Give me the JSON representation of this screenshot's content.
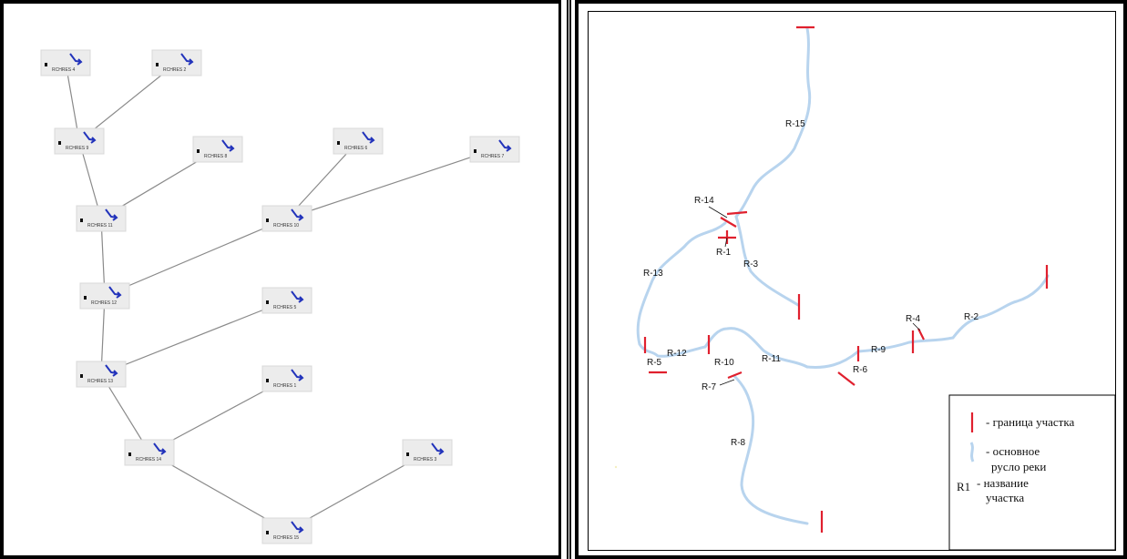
{
  "network": {
    "nodes": [
      {
        "id": "n4",
        "label": "RCHRES 4"
      },
      {
        "id": "n2",
        "label": "RCHRES 2"
      },
      {
        "id": "n9",
        "label": "RCHRES 9"
      },
      {
        "id": "n8",
        "label": "RCHRES 8"
      },
      {
        "id": "n6",
        "label": "RCHRES 6"
      },
      {
        "id": "n7",
        "label": "RCHRES 7"
      },
      {
        "id": "n11",
        "label": "RCHRES 11"
      },
      {
        "id": "n10",
        "label": "RCHRES 10"
      },
      {
        "id": "n12",
        "label": "RCHRES 12"
      },
      {
        "id": "n5",
        "label": "RCHRES 5"
      },
      {
        "id": "n13",
        "label": "RCHRES 13"
      },
      {
        "id": "n1",
        "label": "RCHRES 1"
      },
      {
        "id": "n14",
        "label": "RCHRES 14"
      },
      {
        "id": "n3",
        "label": "RCHRES 3"
      },
      {
        "id": "n15",
        "label": "RCHRES 15"
      }
    ],
    "edges": [
      [
        "n4",
        "n9"
      ],
      [
        "n2",
        "n9"
      ],
      [
        "n9",
        "n11"
      ],
      [
        "n8",
        "n11"
      ],
      [
        "n6",
        "n10"
      ],
      [
        "n7",
        "n10"
      ],
      [
        "n11",
        "n12"
      ],
      [
        "n10",
        "n12"
      ],
      [
        "n12",
        "n13"
      ],
      [
        "n5",
        "n13"
      ],
      [
        "n13",
        "n14"
      ],
      [
        "n1",
        "n14"
      ],
      [
        "n14",
        "n15"
      ],
      [
        "n3",
        "n15"
      ]
    ]
  },
  "map": {
    "reaches": [
      "R-15",
      "R-14",
      "R-1",
      "R-3",
      "R-13",
      "R-2",
      "R-4",
      "R-9",
      "R-12",
      "R-10",
      "R-11",
      "R-6",
      "R-5",
      "R-7",
      "R-8"
    ],
    "colors": {
      "river": "#b8d4ee",
      "boundary": "#e0202e"
    }
  },
  "legend": {
    "boundary": "- граница участка",
    "river_line1": "- основное",
    "river_line2": "русло реки",
    "name_prefix": "R1",
    "name_line1": "- название",
    "name_line2": "участка"
  }
}
